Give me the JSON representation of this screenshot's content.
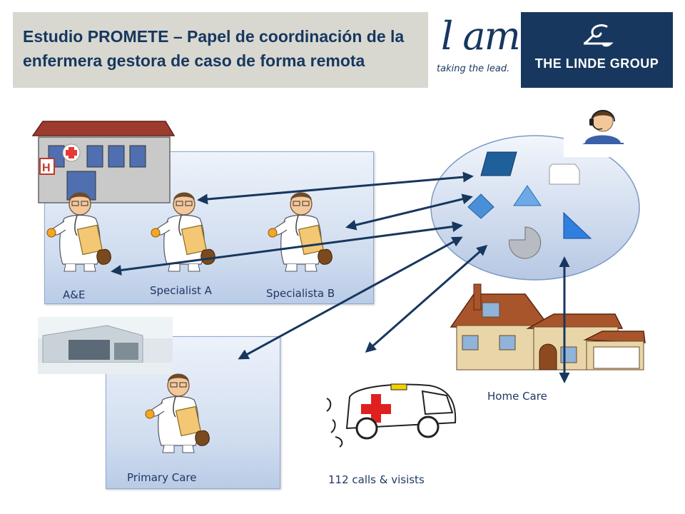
{
  "header": {
    "title": "Estudio PROMETE – Papel de coordinación de la enfermera gestora de caso de forma remota",
    "tagline_mark": "l am",
    "tagline": "taking the lead.",
    "brand": "THE LINDE GROUP"
  },
  "nodes": {
    "ae": "A&E",
    "specialist_a": "Specialist A",
    "specialista_b": "Specialista B",
    "primary_care": "Primary Care",
    "home_care": "Home Care",
    "calls": "112 calls & visists"
  },
  "colors": {
    "title": "#17375e",
    "brand_bg": "#17375e",
    "header_bg": "#d8d8d1",
    "arrow": "#17375e",
    "label": "#1f3864"
  }
}
